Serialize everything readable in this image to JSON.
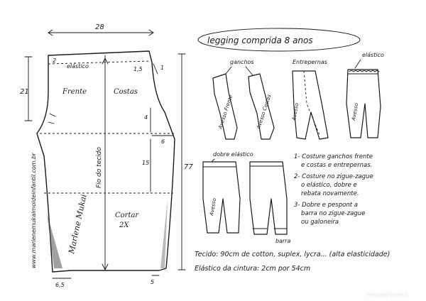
{
  "pattern": {
    "dimensions": {
      "width_top": "28",
      "elastic_allowance": "2",
      "crotch_height": "21",
      "hip_step": "1,5",
      "hip_right": "1",
      "dim_4": "4",
      "dim_6": "6",
      "dim_15": "15",
      "total_length": "77",
      "hem_left": "6,5",
      "hem_right": "5"
    },
    "labels": {
      "elastic": "elástico",
      "front": "Frente",
      "back": "Costas",
      "grain": "Fio do tecido",
      "cut_line1": "Cortar",
      "cut_line2": "2X"
    },
    "side_url": "www.marlenemukaimoldeinfantil.com.br",
    "signature": "Marlene Mukai"
  },
  "title": "legging comprida    8 anos",
  "steps_figures": {
    "ganchos": "ganchos",
    "entrepernas": "Entrepernas",
    "elastico": "elástico",
    "avesso": "Avesso",
    "avesso_frente": "Avesso Frente",
    "avesso_costas": "Avesso Costas",
    "dobre_elastico": "dobre elástico",
    "barra": "barra"
  },
  "instructions": [
    "1- Costure ganchos frente",
    "e costas e entrepernas.",
    "2- Costure no zigue-zague",
    "o elástico, dobre e",
    "rebata novamente.",
    "3- Dobre e pespont a",
    "barra no zigue-zague",
    "ou galoneira"
  ],
  "fabric_note": "Tecido: 90cm de cotton, suplex, lycra... (alta elasticidade)",
  "elastic_note": "Elástico da cintura: 2cm por 54cm",
  "watermark": "PassionForum.ru"
}
